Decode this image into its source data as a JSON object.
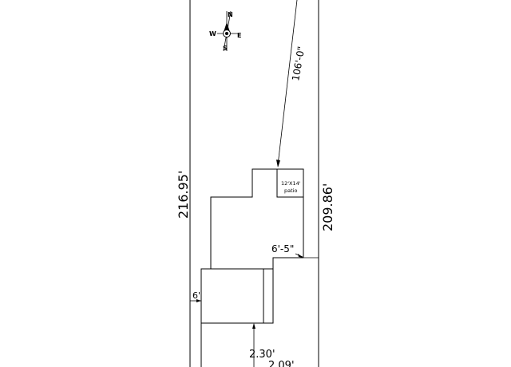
{
  "plan": {
    "compass": {
      "north": "N",
      "south": "S",
      "east": "E",
      "west": "W"
    },
    "dimensions": {
      "left_property_line": "216.95'",
      "right_property_line": "209.86'",
      "diagonal": "106'-0\"",
      "side_setback": "6'-5\"",
      "left_setback": "6'",
      "bottom_a": "2.30'",
      "bottom_b": "2.09'"
    },
    "patio": {
      "size": "12'X14'",
      "label": "patio"
    }
  }
}
